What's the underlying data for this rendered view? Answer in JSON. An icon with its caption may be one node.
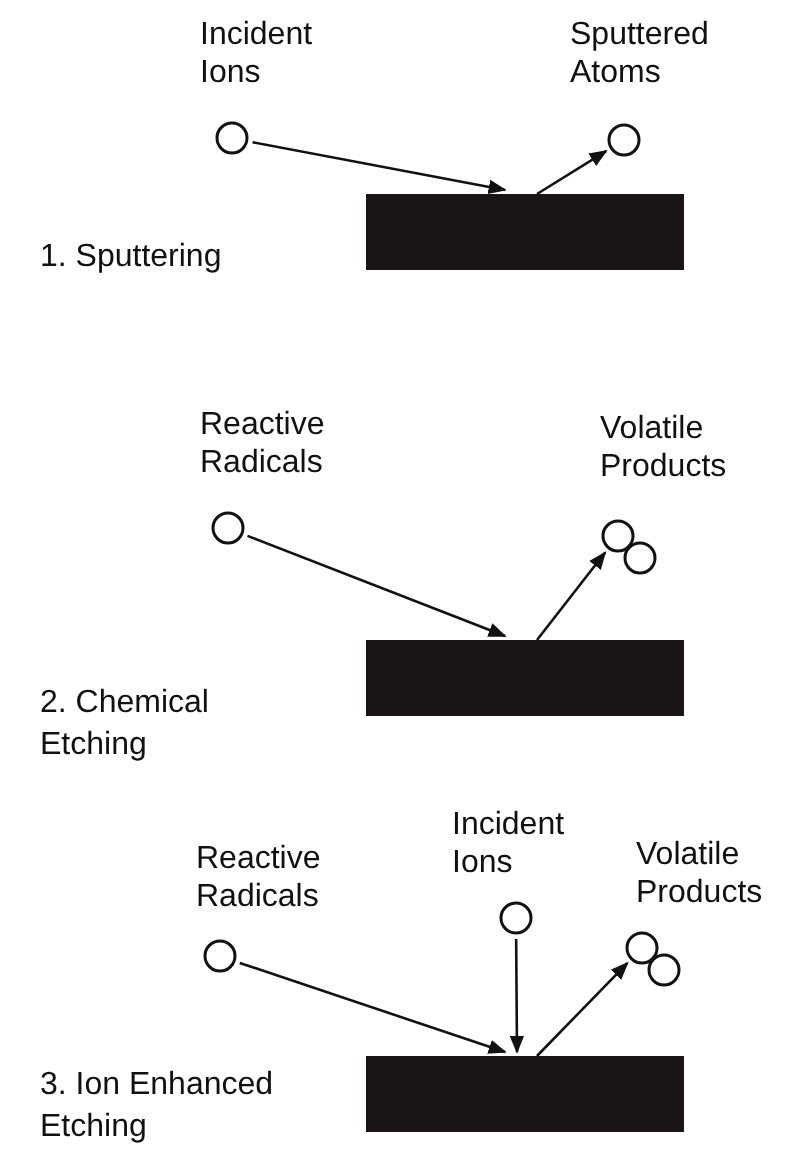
{
  "diagram": {
    "nodes": [
      {
        "text": [
          "Incident Ions"
        ]
      },
      {
        "text": [
          "Sputtered Atoms"
        ]
      },
      {
        "text": [],
        "shape": "bar"
      },
      {
        "text": [
          "Reactive Radicals"
        ]
      },
      {
        "text": [
          "Volatile Products"
        ]
      },
      {
        "text": [],
        "shape": "bar"
      },
      {
        "text": [
          "Reactive Radicals"
        ]
      },
      {
        "text": [
          "Incident Ions"
        ]
      },
      {
        "text": [
          "Volatile Products"
        ]
      },
      {
        "text": [],
        "shape": "bar"
      }
    ],
    "edges": [
      {
        "from": 0,
        "to": 2,
        "arrow": "to"
      },
      {
        "from": 2,
        "to": 1,
        "arrow": "to"
      },
      {
        "from": 3,
        "to": 5,
        "arrow": "to"
      },
      {
        "from": 5,
        "to": 4,
        "arrow": "to"
      },
      {
        "from": 6,
        "to": 9,
        "arrow": "to"
      },
      {
        "from": 7,
        "to": 9,
        "arrow": "to"
      },
      {
        "from": 9,
        "to": 8,
        "arrow": "to"
      }
    ],
    "labels": [
      "1. Sputtering",
      "2. Chemical Etching",
      "3. Ion Enhanced Etching"
    ]
  }
}
